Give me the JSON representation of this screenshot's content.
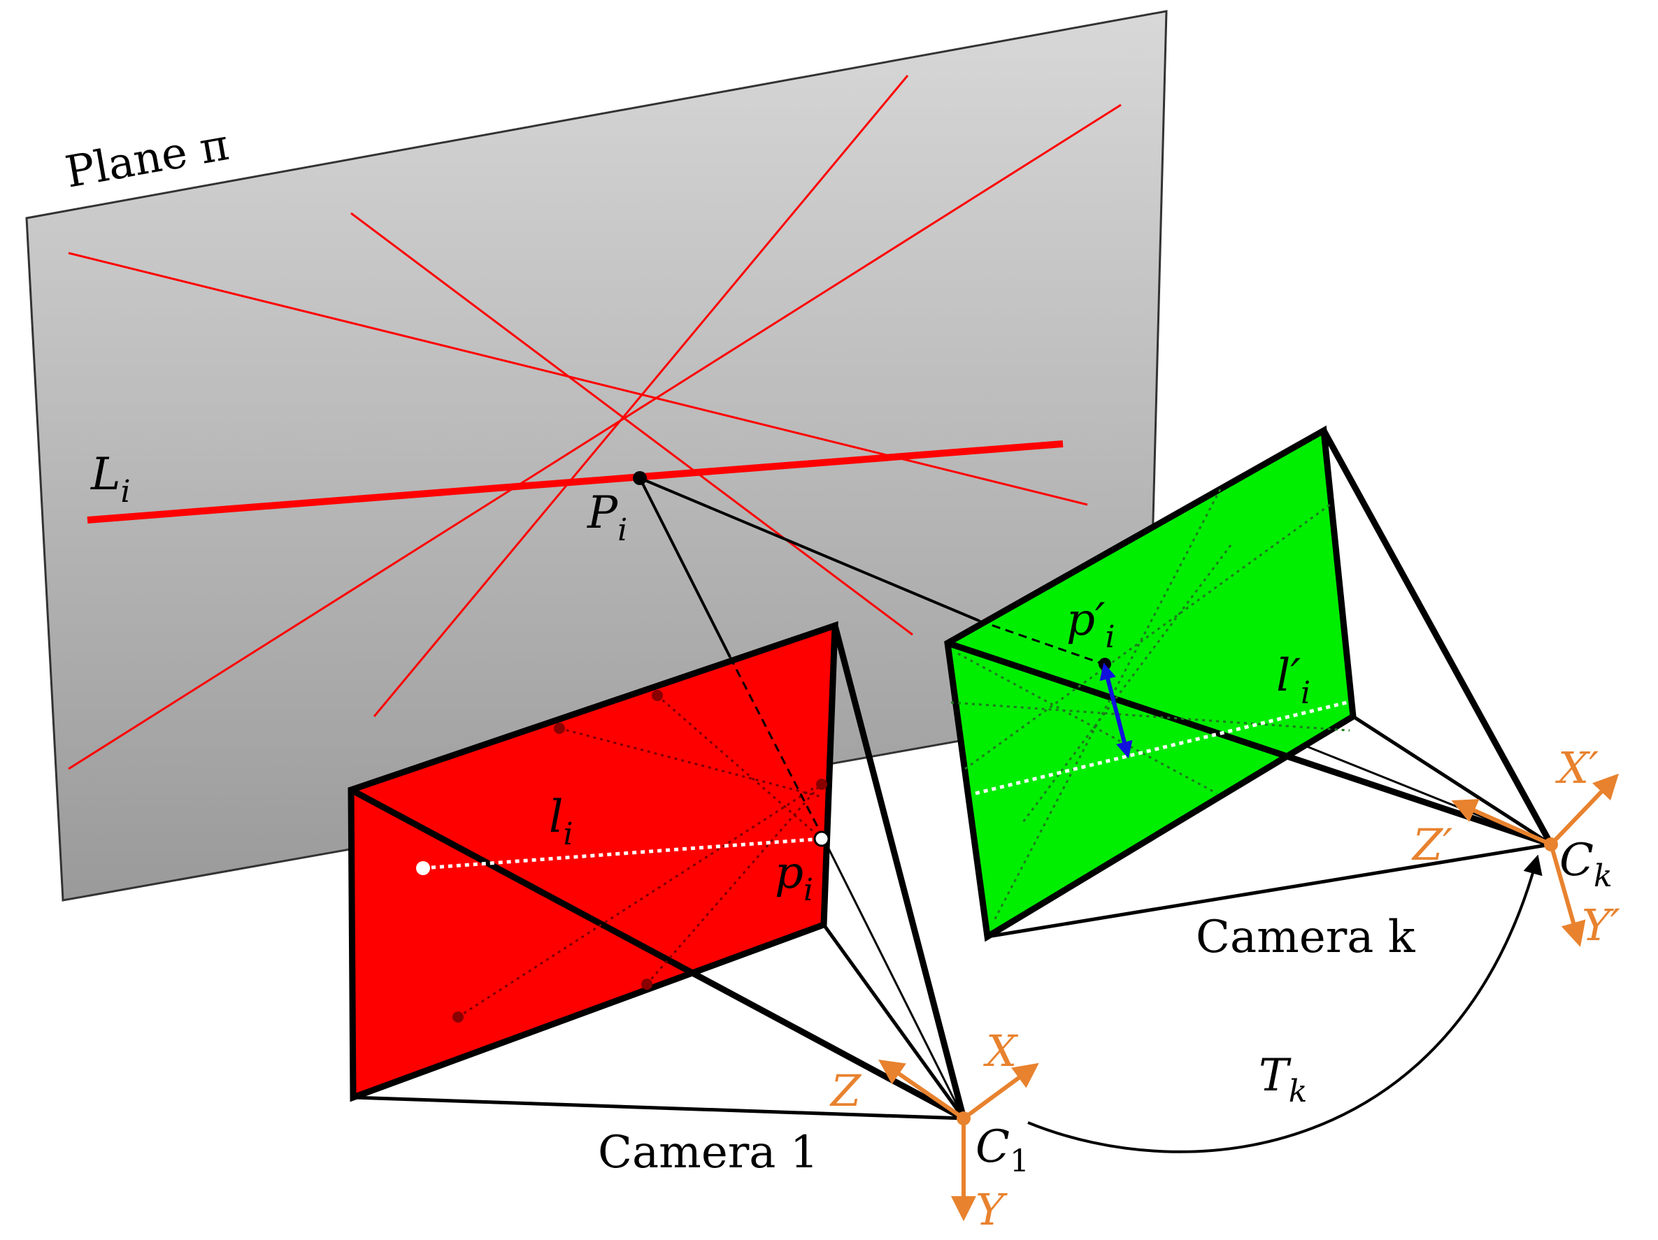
{
  "labels": {
    "plane": "Plane π",
    "world_line": "L",
    "world_line_sub": "i",
    "world_point": "P",
    "world_point_sub": "i",
    "img_line_1": "l",
    "img_line_1_sub": "i",
    "img_point_1": "p",
    "img_point_1_sub": "i",
    "img_point_k": "p′",
    "img_point_k_sub": "i",
    "img_line_k": "l′",
    "img_line_k_sub": "i",
    "camera_1": "Camera 1",
    "camera_k": "Camera k",
    "center_1": "C",
    "center_1_sub": "1",
    "center_k": "C",
    "center_k_sub": "k",
    "transform": "T",
    "transform_sub": "k",
    "axis_x": "X",
    "axis_y": "Y",
    "axis_z": "Z",
    "axis_x_prime": "X′",
    "axis_y_prime": "Y′",
    "axis_z_prime": "Z′"
  },
  "colors": {
    "plane_fill_top": "#d6d6d6",
    "plane_fill_bottom": "#9e9e9e",
    "lines_red": "#ff0000",
    "image_plane_1": "#ff0000",
    "image_plane_k": "#00ff00",
    "axes": "#e8822e",
    "match_arrow": "#1010dd"
  }
}
